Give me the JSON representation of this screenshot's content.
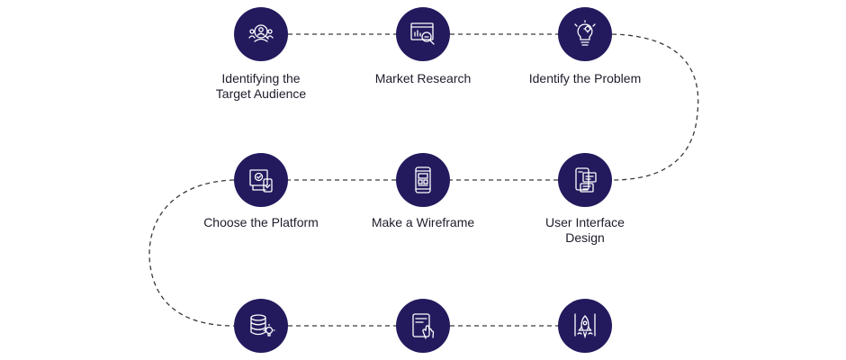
{
  "colors": {
    "node_fill": "#231a5e",
    "connector": "#3a3a3a",
    "icon_stroke": "#ffffff"
  },
  "steps": [
    {
      "label": "Identifying the\nTarget Audience",
      "icon": "audience-search-icon"
    },
    {
      "label": "Market Research",
      "icon": "market-research-icon"
    },
    {
      "label": "Identify the Problem",
      "icon": "lightbulb-gear-icon"
    },
    {
      "label": "User Interface\nDesign",
      "icon": "ui-design-icon"
    },
    {
      "label": "Make a Wireframe",
      "icon": "wireframe-phone-icon"
    },
    {
      "label": "Choose the Platform",
      "icon": "platform-device-icon"
    },
    {
      "label": "",
      "icon": "database-idea-icon"
    },
    {
      "label": "",
      "icon": "touch-device-icon"
    },
    {
      "label": "",
      "icon": "rocket-launch-icon"
    }
  ]
}
